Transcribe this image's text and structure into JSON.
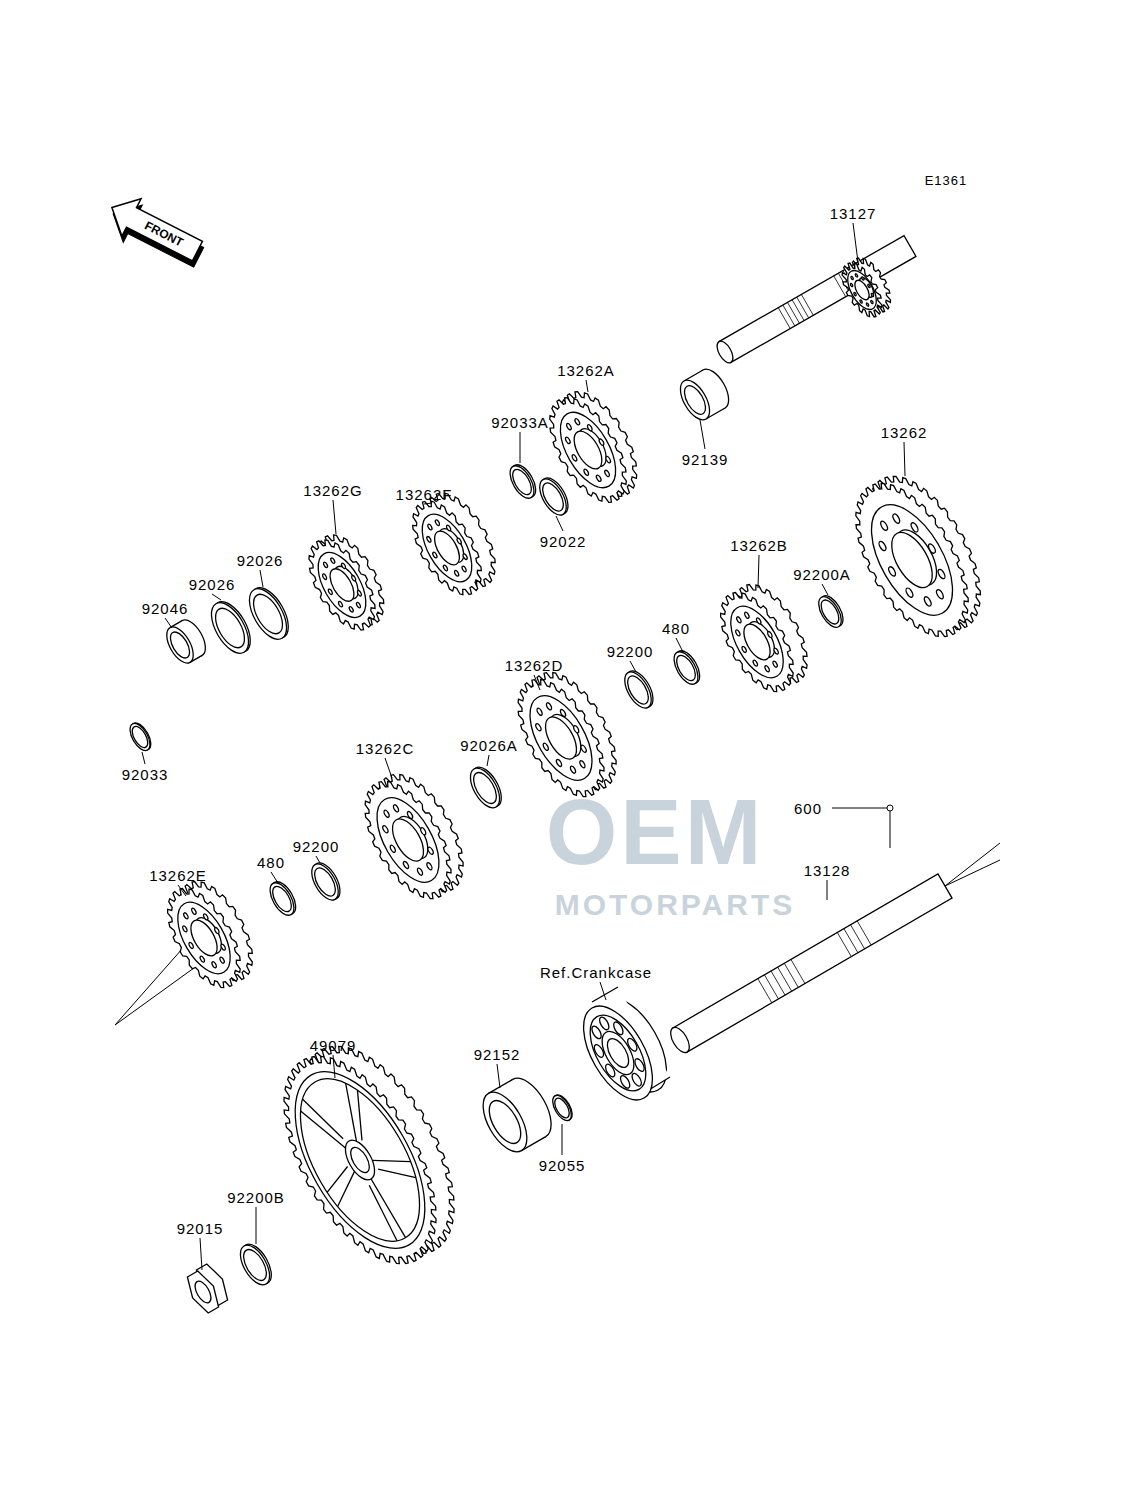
{
  "diagram": {
    "labels": [
      "OEM",
      "MOTORPARTS",
      "E1361",
      "FRONT",
      "13127",
      "13262A",
      "92139",
      "92033A",
      "13262F",
      "92022",
      "13262",
      "13262G",
      "92026",
      "92026",
      "92046",
      "92200A",
      "13262B",
      "480",
      "92200",
      "13262D",
      "92033",
      "92026A",
      "13262C",
      "92200",
      "480",
      "13262E",
      "600",
      "13128",
      "Ref.Crankcase",
      "49079",
      "92152",
      "92055",
      "92200B",
      "92015"
    ]
  }
}
